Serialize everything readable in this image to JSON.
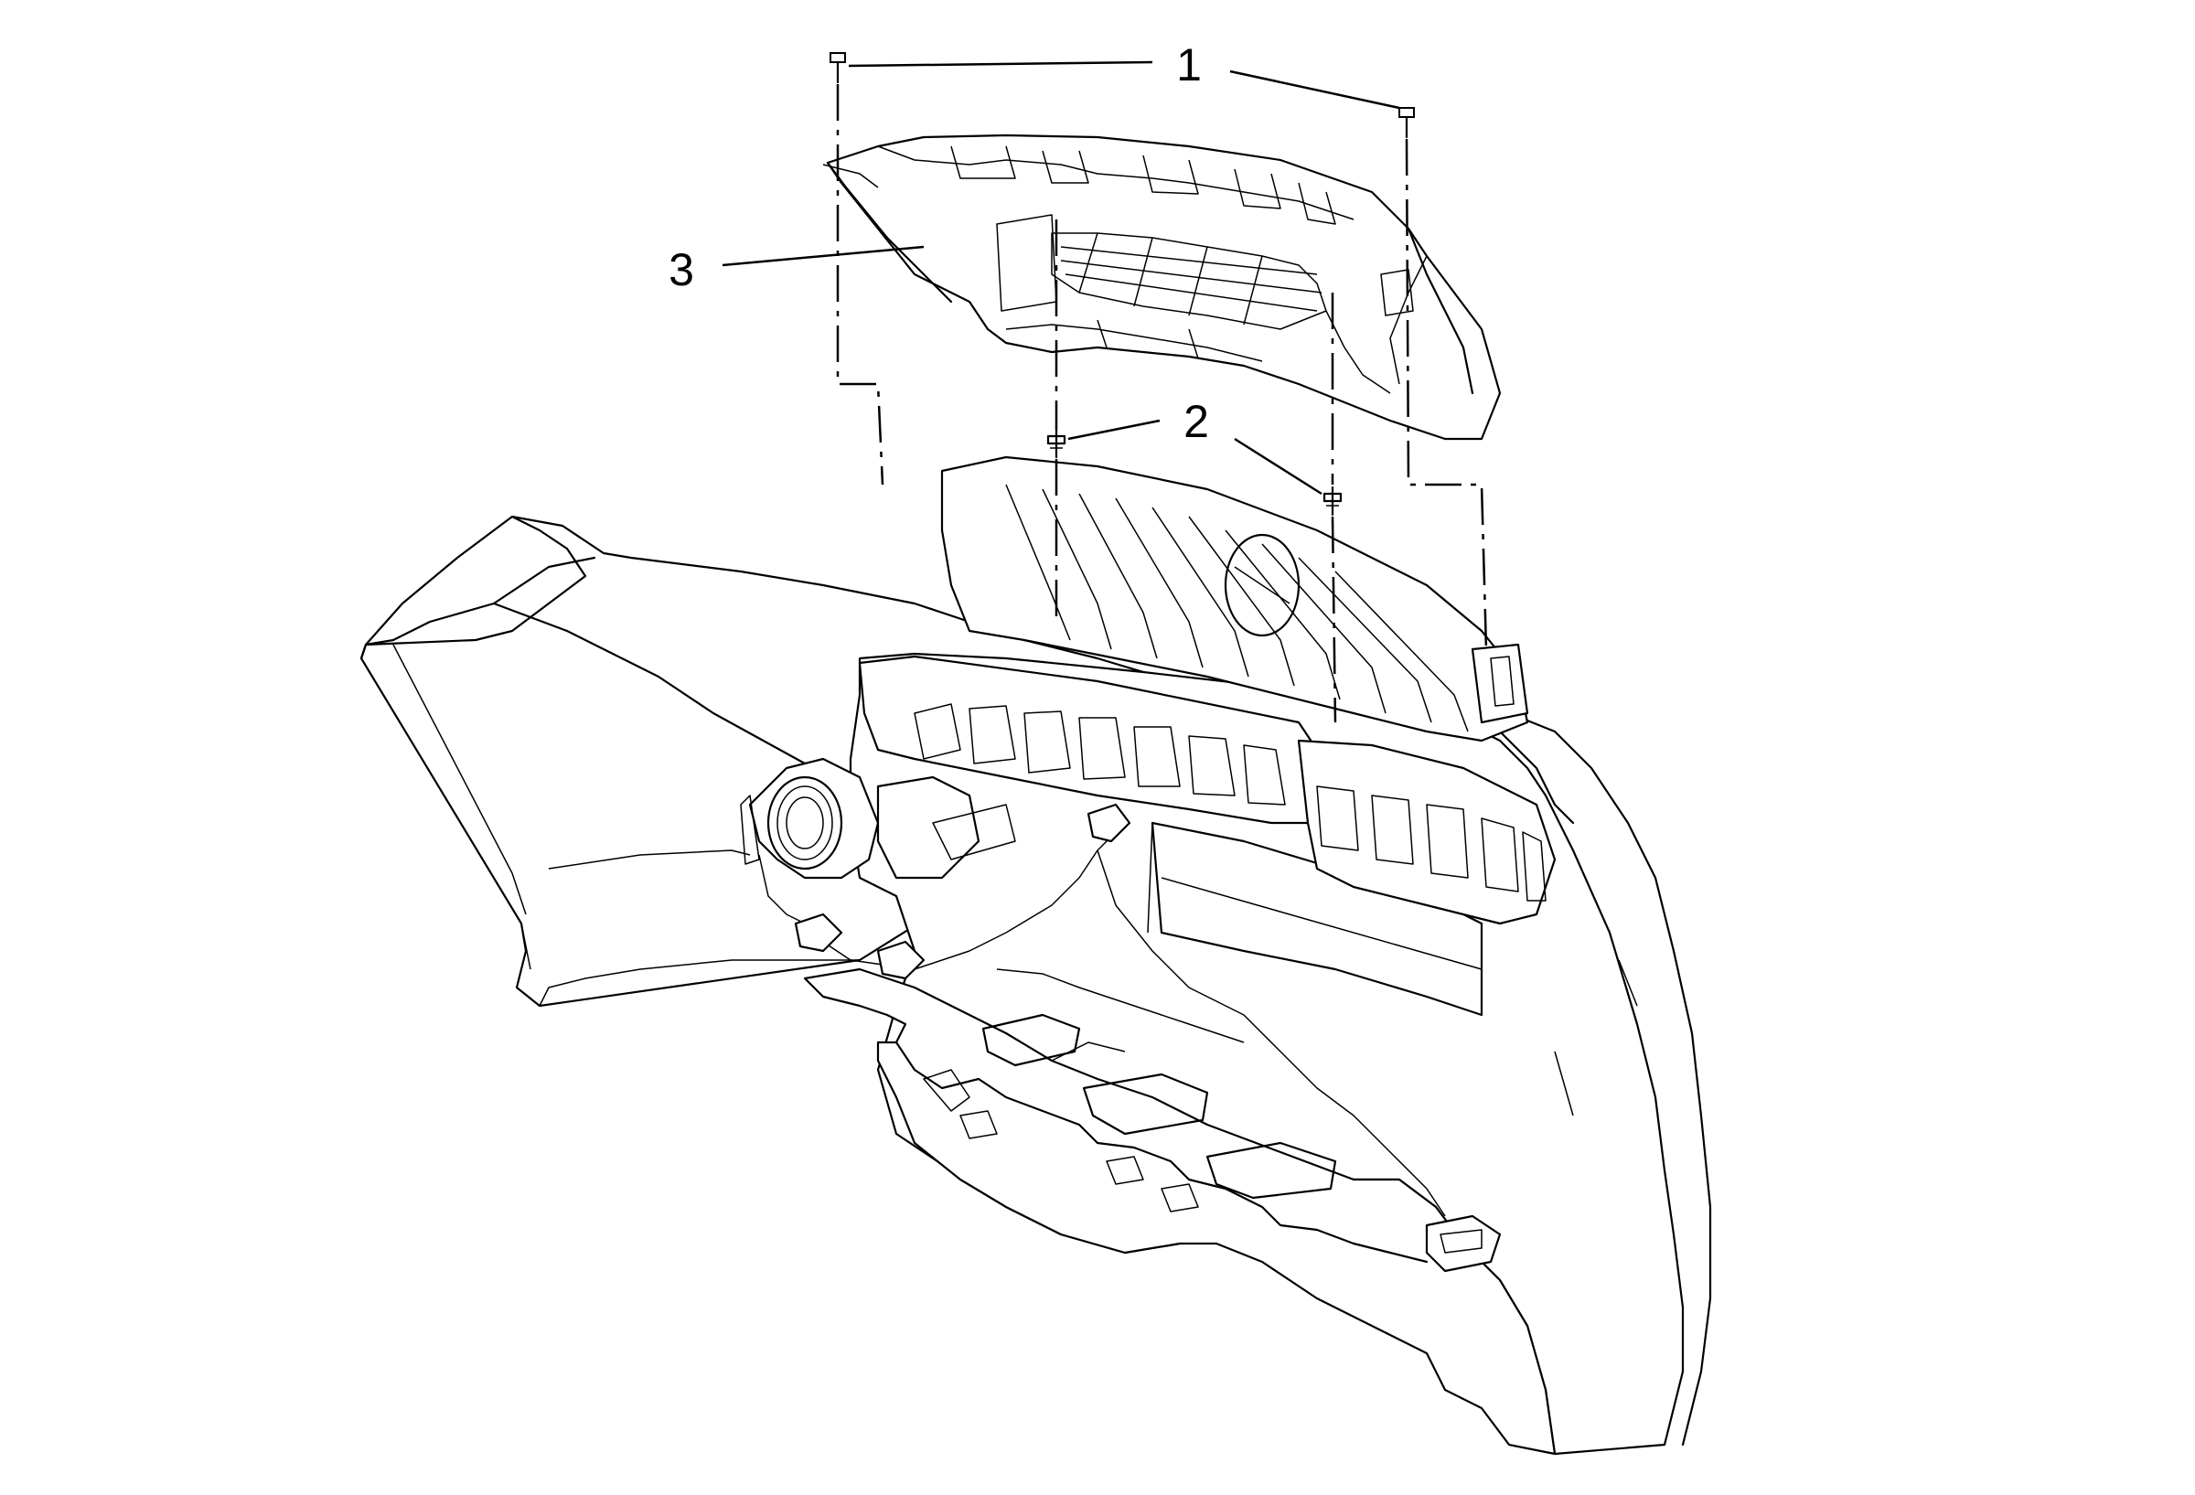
{
  "diagram": {
    "callouts": [
      {
        "id": "1",
        "label": "1"
      },
      {
        "id": "2",
        "label": "2"
      },
      {
        "id": "3",
        "label": "3"
      }
    ],
    "parts": [
      {
        "callout": "1",
        "icon": "screw-icon"
      },
      {
        "callout": "2",
        "icon": "push-pin-retainer-icon"
      },
      {
        "callout": "3",
        "icon": "grille-panel-icon"
      }
    ],
    "colors": {
      "line": "#000000",
      "background": "#ffffff"
    }
  }
}
